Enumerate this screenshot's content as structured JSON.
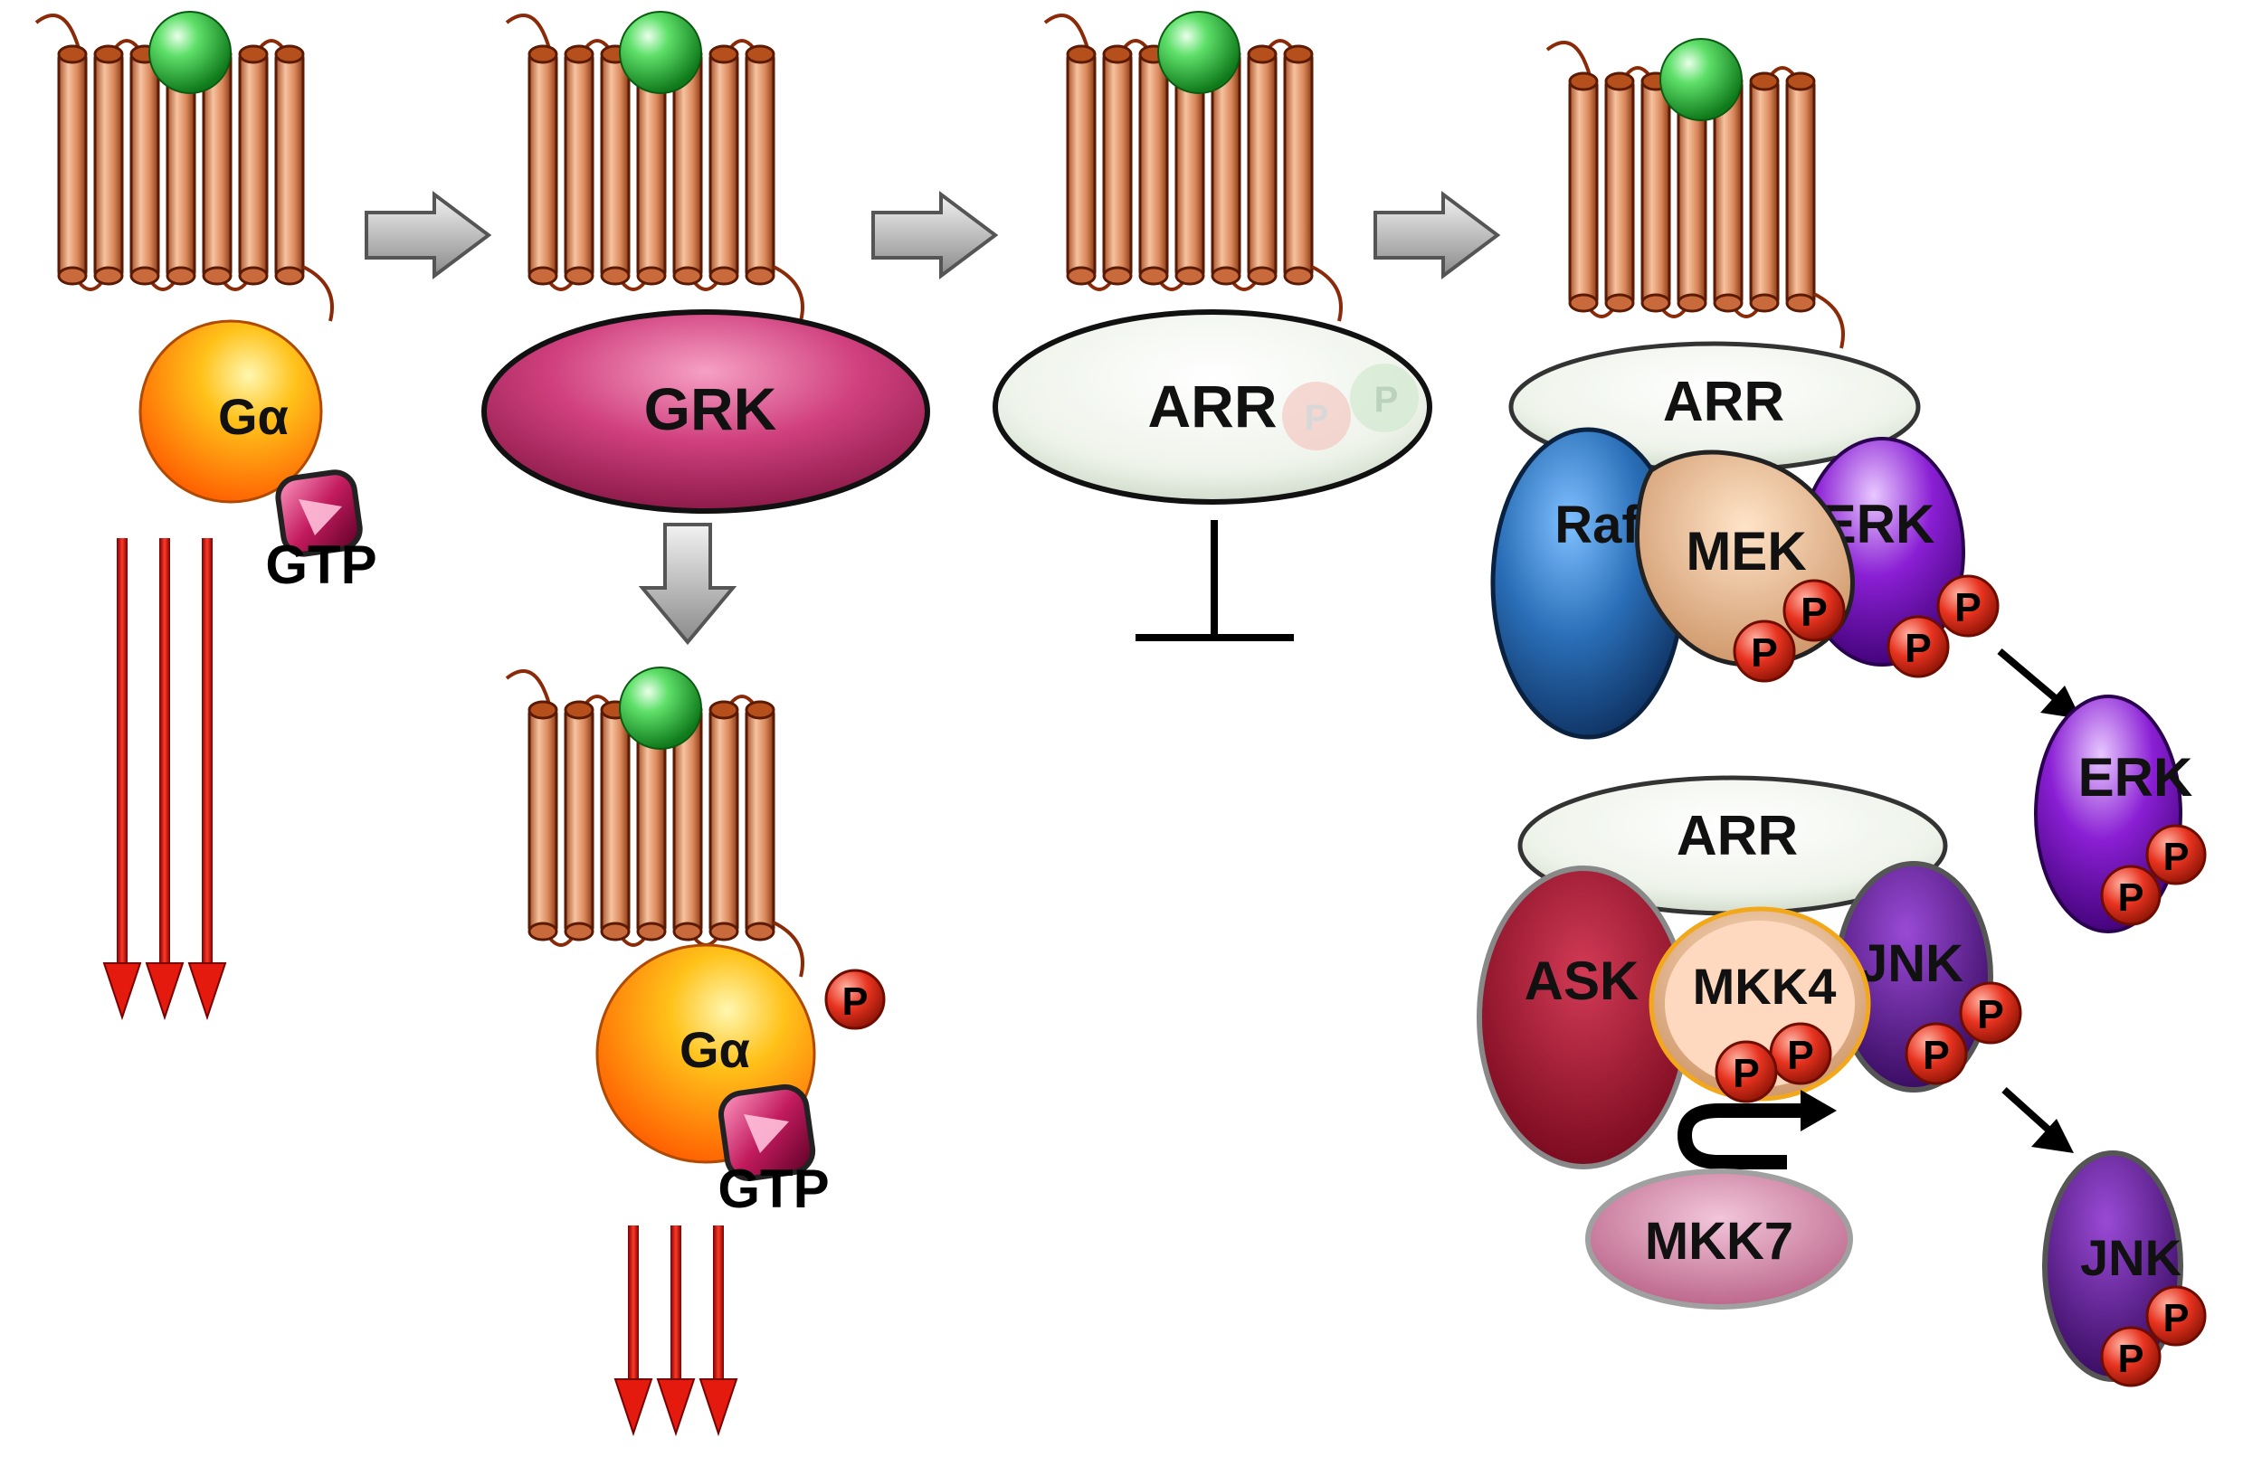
{
  "labels": {
    "g_alpha": "Gα",
    "gtp": "GTP",
    "grk": "GRK",
    "arr": "ARR",
    "raf": "Raf",
    "mek": "MEK",
    "erk": "ERK",
    "ask": "ASK",
    "mkk4": "MKK4",
    "mkk7": "MKK7",
    "jnk": "JNK",
    "p": "P"
  },
  "colors": {
    "helix": "#d9875a",
    "helix_dark": "#7a2e0c",
    "ligand": "#2fc43a",
    "g_alpha": "#ff8c1a",
    "gtp": "#c21b5e",
    "grk": "#c8336f",
    "arr": "#e9f0e6",
    "raf": "#2a6fb8",
    "mek": "#e3b38a",
    "erk": "#8a1fd4",
    "ask": "#a3102c",
    "mkk4": "#ffd3b5",
    "mkk7": "#d98fb0",
    "jnk": "#5a1590",
    "phospho": "#e83320",
    "flow_arrow": "#cc1111",
    "step_arrow": "#b8b8b8"
  },
  "icons": {
    "receptor": "seven-transmembrane-receptor-icon",
    "ligand": "ligand-sphere-icon",
    "step_arrow": "block-arrow-icon",
    "signal": "red-signal-arrow-icon",
    "inhibition": "t-bar-inhibition-icon",
    "activation": "black-pointer-arrow-icon",
    "cycle": "u-turn-arrow-icon"
  }
}
